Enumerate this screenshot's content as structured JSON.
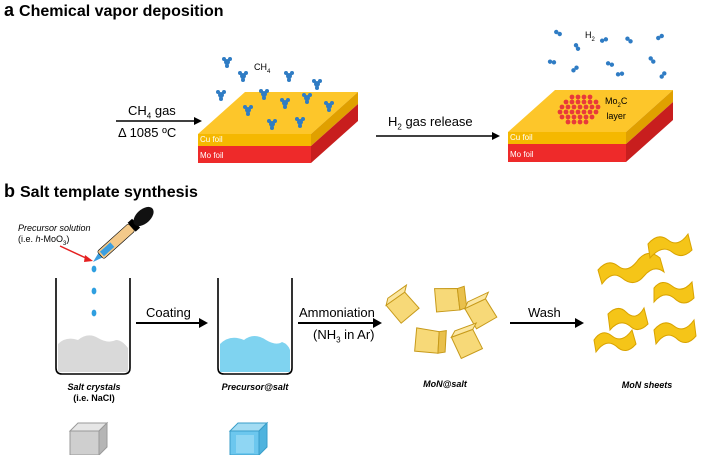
{
  "panel_a": {
    "letter": "a",
    "title": "Chemical vapor deposition",
    "condition_gas_main": "CH",
    "condition_gas_sub": "4",
    "condition_gas_rest": " gas",
    "condition_temp": "Δ 1085 ºC",
    "ch4_main": "CH",
    "ch4_sub": "4",
    "h2_main": "H",
    "h2_sub": "2",
    "release_main": "H",
    "release_sub": "2",
    "release_rest": " gas release",
    "cu_foil": "Cu foil",
    "mo_foil": "Mo foil",
    "layer_main": "Mo",
    "layer_sub": "2",
    "layer_rest": "C",
    "layer_word": "layer",
    "colors": {
      "cu": "#f5b800",
      "cu_top": "#fdc62a",
      "mo": "#ee2a2a",
      "carbide": "#e83a3a",
      "molecule": "#2f7cc4"
    }
  },
  "panel_b": {
    "letter": "b",
    "title": "Salt template synthesis",
    "precursor_line1": "Precursor solution",
    "precursor_line2_pre": "(i.e. ",
    "precursor_line2_h": "h",
    "precursor_line2_mid": "-MoO",
    "precursor_line2_sub": "3",
    "precursor_line2_post": ")",
    "step_coating": "Coating",
    "step_ammoniation": "Ammoniation",
    "step_ammoniation_sub_pre": "(NH",
    "step_ammoniation_sub_sub": "3",
    "step_ammoniation_sub_post": " in Ar)",
    "step_wash": "Wash",
    "cap_salt_line1": "Salt crystals",
    "cap_salt_line2": "(i.e. NaCl)",
    "cap_precursor": "Precursor@salt",
    "cap_mon_salt": "MoN@salt",
    "cap_mon_sheets": "MoN sheets",
    "colors": {
      "salt": "#d9d9d9",
      "precursor": "#7fd3f0",
      "mon": "#f7d978",
      "sheet": "#f5c518",
      "dropper": "#f3c98a"
    }
  }
}
